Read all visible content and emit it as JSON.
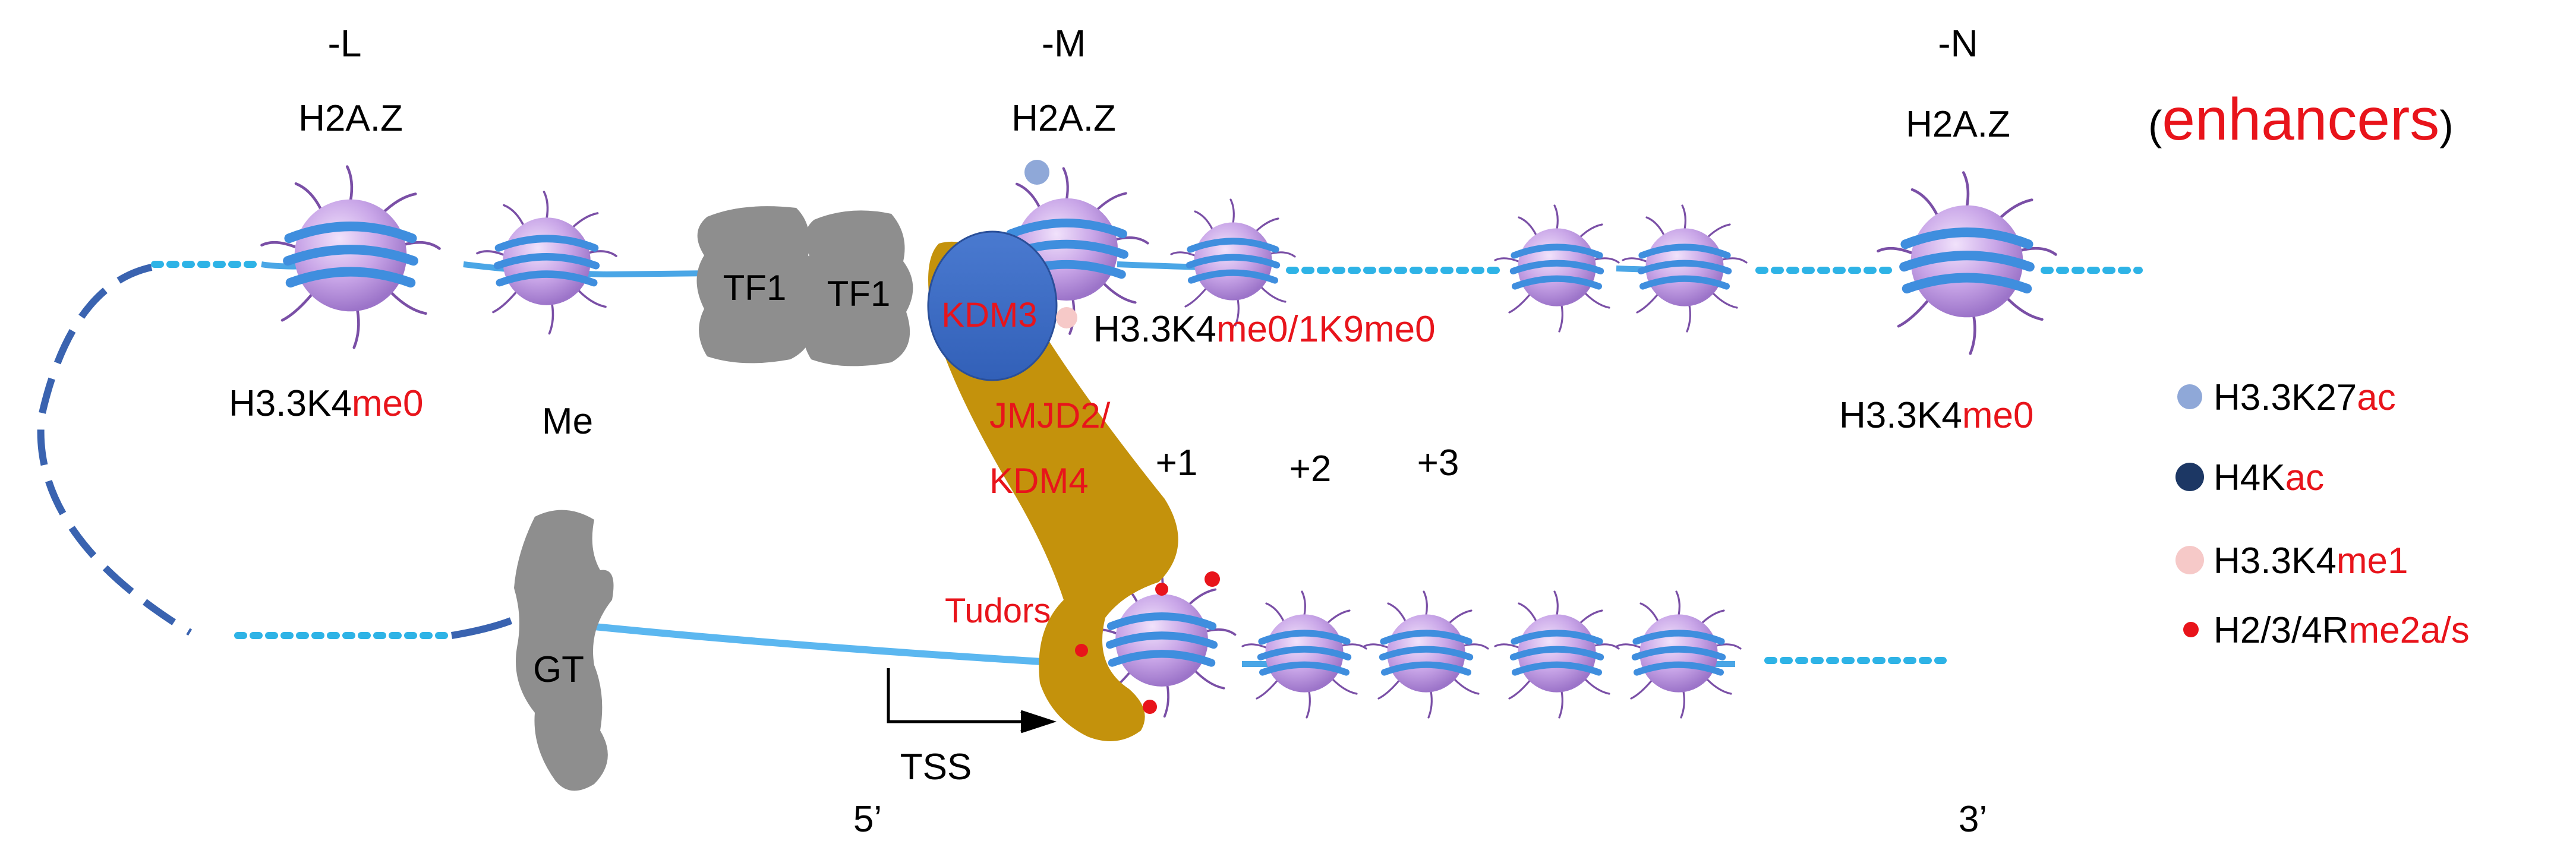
{
  "labels": {
    "neg_l": "-L",
    "neg_m": "-M",
    "neg_n": "-N",
    "h2az_1": "H2A.Z",
    "h2az_2": "H2A.Z",
    "h2az_3": "H2A.Z",
    "enh_open": "(",
    "enh_word": "enhancers",
    "enh_close": ")",
    "tf1_a": "TF1",
    "tf1_b": "TF1",
    "kdm3": "KDM3",
    "h33k4_left_prefix": "H3.3K4",
    "h33k4_left_mod": "me0",
    "me": "Me",
    "h33k4_mid_prefix": "H3.3K4",
    "h33k4_mid_mod": "me0/1K9me0",
    "jmjd2": "JMJD2/",
    "kdm4": "KDM4",
    "plus1": "+1",
    "plus2": "+2",
    "plus3": "+3",
    "h33k4_right_prefix": "H3.3K4",
    "h33k4_right_mod": "me0",
    "tudors": "Tudors",
    "gt": "GT",
    "tss": "TSS",
    "five_prime": "5’",
    "three_prime": "3’"
  },
  "legend": [
    {
      "prefix": "H3.3K27",
      "mod": "ac",
      "color": "#8fa8d8"
    },
    {
      "prefix": "H4K",
      "mod": "ac",
      "color": "#1c3764"
    },
    {
      "prefix": "H3.3K4",
      "mod": "me1",
      "color": "#f6c9c8"
    },
    {
      "prefix": "H2/3/4R",
      "mod": "me2a/s",
      "color": "#e8141b"
    }
  ],
  "colors": {
    "dna_light": "#4aa6e6",
    "dna_dashed": "#3a63b0",
    "dna_dotted": "#2eb3e6",
    "nucleosome": "#c9a6e8",
    "protein_gray": "#8e8e8e",
    "kdm3_blue": "#3d6cc4",
    "jmjd2_gold": "#c4920c",
    "annotation_red": "#e8141b"
  }
}
